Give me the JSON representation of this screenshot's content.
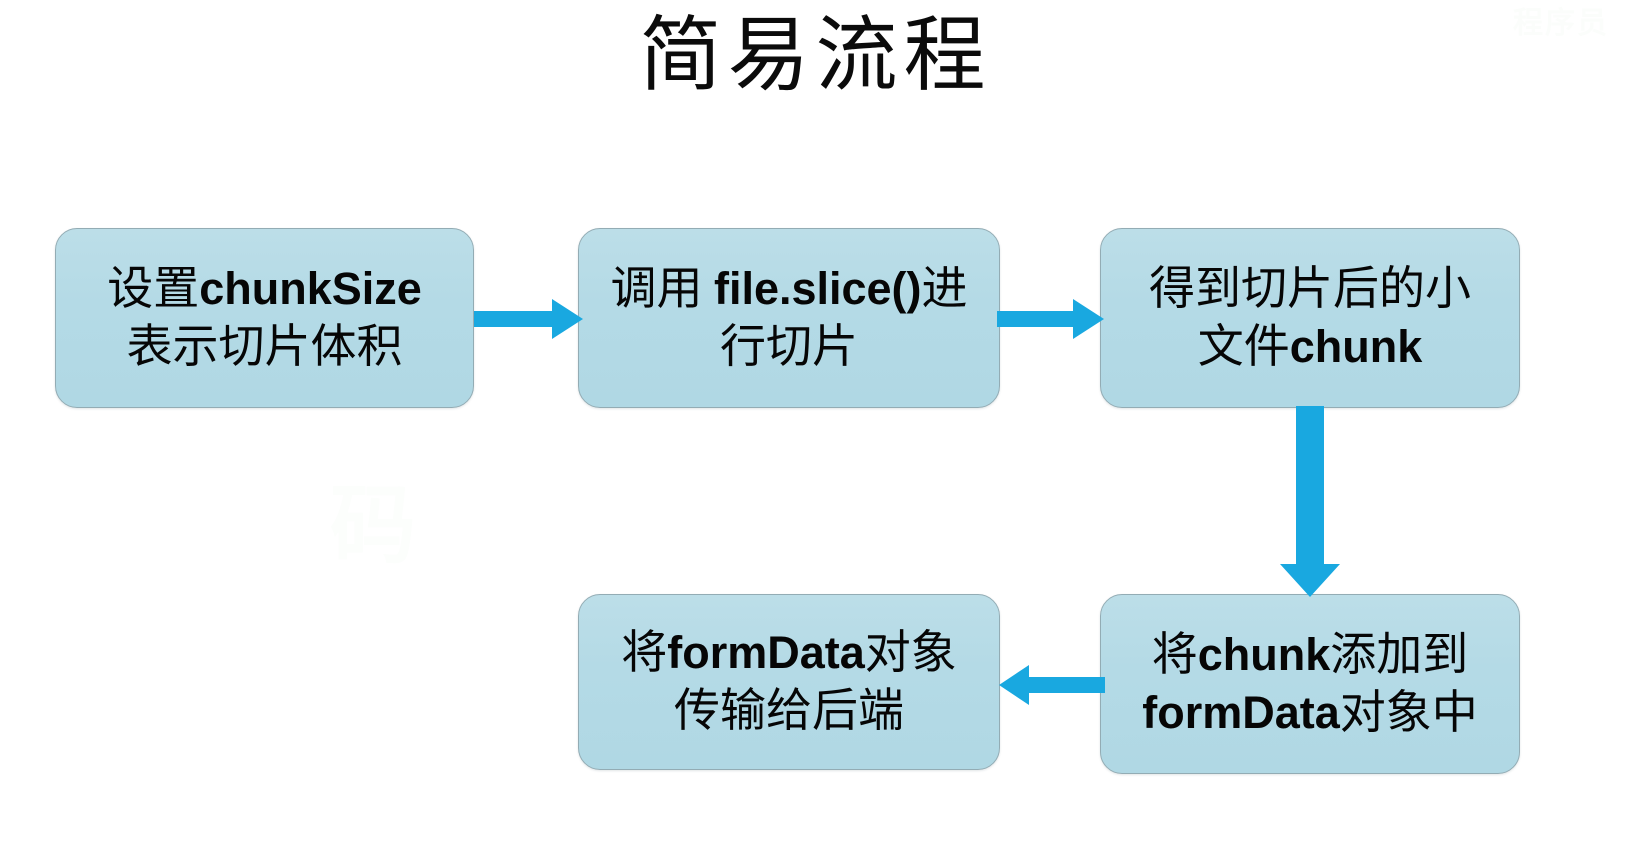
{
  "page": {
    "title": "简易流程",
    "background_color": "#ffffff",
    "watermark_top": "程序员",
    "watermark_mid": "码"
  },
  "theme": {
    "node_fill": "#b4dae6",
    "node_border": "#93acb4",
    "arrow_color": "#19a8e0",
    "text_color": "#060606"
  },
  "chart_data": {
    "type": "diagram",
    "title": "简易流程",
    "diagram_kind": "flowchart",
    "nodes": [
      {
        "id": "node-1",
        "lines": [
          "设置chunkSize",
          "表示切片体积"
        ],
        "line1_cjk": "设置",
        "line1_latin": "chunkSize",
        "line2_cjk": "表示切片体积",
        "row": 1,
        "col": 1
      },
      {
        "id": "node-2",
        "lines": [
          "调用 file.slice()进",
          "行切片"
        ],
        "line1_cjk": "调用 ",
        "line1_latin": "file.slice()",
        "line1_cjk_tail": "进",
        "line2_cjk": "行切片",
        "row": 1,
        "col": 2
      },
      {
        "id": "node-3",
        "lines": [
          "得到切片后的小",
          "文件chunk"
        ],
        "line1_cjk": "得到切片后的小",
        "line2_cjk": "文件",
        "line2_latin": "chunk",
        "row": 1,
        "col": 3
      },
      {
        "id": "node-4",
        "lines": [
          "将chunk添加到",
          "formData对象中"
        ],
        "line1_cjk": "将",
        "line1_latin": "chunk",
        "line1_cjk_tail": "添加到",
        "line2_latin": "formData",
        "line2_cjk_tail": "对象中",
        "row": 2,
        "col": 3
      },
      {
        "id": "node-5",
        "lines": [
          "将formData对象",
          "传输给后端"
        ],
        "line1_cjk": "将",
        "line1_latin": "formData",
        "line1_cjk_tail": "对象",
        "line2_cjk": "传输给后端",
        "row": 2,
        "col": 2
      }
    ],
    "edges": [
      {
        "id": "arrow-1",
        "from": "node-1",
        "to": "node-2",
        "direction": "right"
      },
      {
        "id": "arrow-2",
        "from": "node-2",
        "to": "node-3",
        "direction": "right"
      },
      {
        "id": "arrow-3",
        "from": "node-3",
        "to": "node-4",
        "direction": "down"
      },
      {
        "id": "arrow-4",
        "from": "node-4",
        "to": "node-5",
        "direction": "left"
      }
    ]
  }
}
